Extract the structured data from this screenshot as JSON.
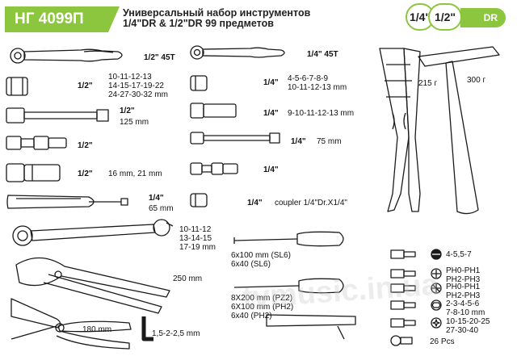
{
  "header": {
    "code": "НГ 4099П",
    "title_line1": "Универсальный набор инструментов",
    "title_line2": "1/4\"DR & 1/2\"DR 99 предметов",
    "drive_quarter": "1/4\"",
    "drive_half": "1/2\"",
    "drive_suffix": "DR"
  },
  "left_items": {
    "ratchet_half": "1/2\" 45T",
    "sockets_half_size": "1/2\"",
    "sockets_half_l1": "10-11-12-13",
    "sockets_half_l2": "14-15-17-19-22",
    "sockets_half_l3": "24-27-30-32 mm",
    "ext_half_size": "1/2\"",
    "ext_half_len": "125 mm",
    "ujoint_half": "1/2\"",
    "deep_half_size": "1/2\"",
    "deep_half_vals": "16 mm, 21 mm",
    "driver_quarter_size": "1/4\"",
    "driver_quarter_len": "65 mm",
    "wrench_l1": "10-11-12",
    "wrench_l2": "13-14-15",
    "wrench_l3": "17-19 mm",
    "pliers_water": "250 mm",
    "pliers_comb": "180 mm",
    "hex_keys": "1,5-2-2,5 mm"
  },
  "mid_items": {
    "ratchet_quarter": "1/4\" 45T",
    "sockets_quarter_size": "1/4\"",
    "sockets_quarter_l1": "4-5-6-7-8-9",
    "sockets_quarter_l2": "10-11-12-13 mm",
    "deep_quarter_size": "1/4\"",
    "deep_quarter_vals": "9-10-11-12-13 mm",
    "ext_quarter_size": "1/4\"",
    "ext_quarter_len": "75 mm",
    "ujoint_quarter": "1/4\"",
    "coupler_size": "1/4\"",
    "coupler_text": "coupler 1/4\"Dr.X1/4\"",
    "sl_l1": "6x100 mm (SL6)",
    "sl_l2": "6x40 (SL6)",
    "ph_l1": "8X200 mm (PZ2)",
    "ph_l2": "6X100 mm (PH2)",
    "ph_l3": "6x40 (PH2)"
  },
  "right_items": {
    "stripper_weight": "215 г",
    "hammer_weight": "300 г",
    "bits_sl": "4-5,5-7",
    "bits_ph_l1": "PH0-PH1",
    "bits_ph_l2": "PH2-PH3",
    "bits_pz_l1": "PH0-PH1",
    "bits_pz_l2": "PH2-PH3",
    "bits_hex_l1": "2-3-4-5-6",
    "bits_hex_l2": "7-8-10 mm",
    "bits_torx_l1": "10-15-20-25",
    "bits_torx_l2": "27-30-40",
    "bits_count": "26 Pcs"
  },
  "watermark": "tvmusic.in.ua",
  "colors": {
    "accent": "#8cc63f",
    "ink": "#1a1a1a"
  }
}
